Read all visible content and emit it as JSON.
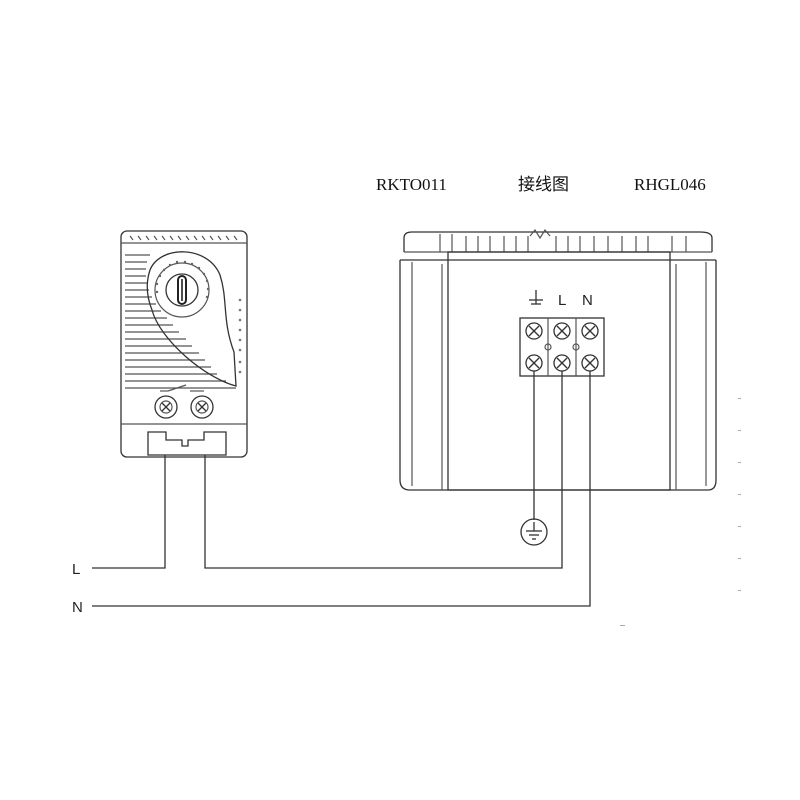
{
  "header": {
    "thermostat_model": "RKTO011",
    "diagram_title": "接线图",
    "heater_model": "RHGL046"
  },
  "heater_terminals": {
    "earth": "⏚",
    "live": "L",
    "neutral": "N"
  },
  "supply_wires": {
    "live": "L",
    "neutral": "N"
  },
  "icons": [
    "thermostat-device",
    "heater-device",
    "ground-symbol",
    "screw-terminal",
    "temperature-dial"
  ]
}
